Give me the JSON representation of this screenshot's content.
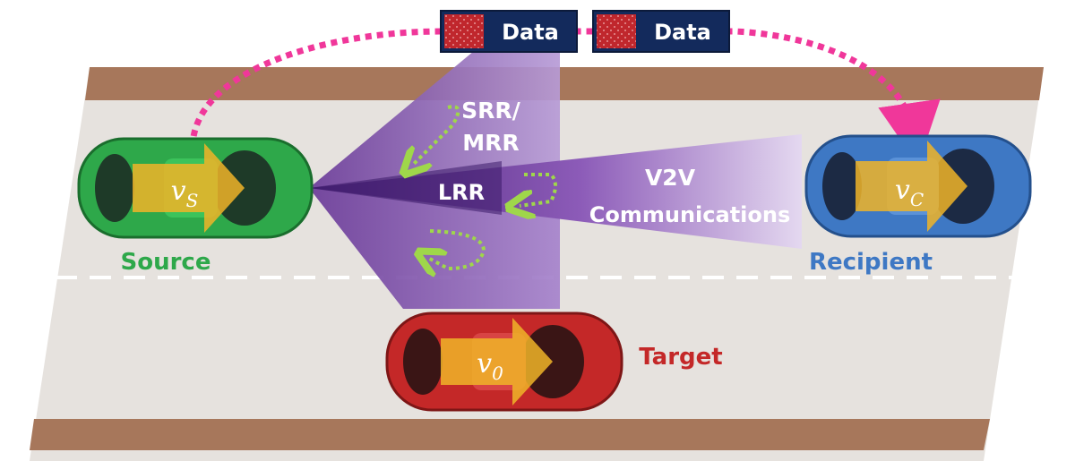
{
  "packets": [
    {
      "label": "Data"
    },
    {
      "label": "Data"
    }
  ],
  "beams": {
    "srr": {
      "line1": "SRR/",
      "line2": "MRR"
    },
    "lrr": {
      "label": "LRR"
    },
    "v2v": {
      "line1": "V2V",
      "line2": "Communications"
    }
  },
  "vehicles": {
    "source": {
      "label": "Source",
      "velocity": "v",
      "subscript": "S",
      "color": "#2ea84a"
    },
    "recipient": {
      "label": "Recipient",
      "velocity": "v",
      "subscript": "C",
      "color": "#3e78c4"
    },
    "target": {
      "label": "Target",
      "velocity": "v",
      "subscript": "0",
      "color": "#c42828"
    }
  },
  "colors": {
    "road": "#e6e2de",
    "curb": "#a7775b",
    "beam": "#7b4fa6",
    "arc": "#f0379a",
    "packet_body": "#132a5c",
    "packet_tag": "#c0272d",
    "ripple": "#9fd74a",
    "velocity_arrow": "#f0b428"
  }
}
